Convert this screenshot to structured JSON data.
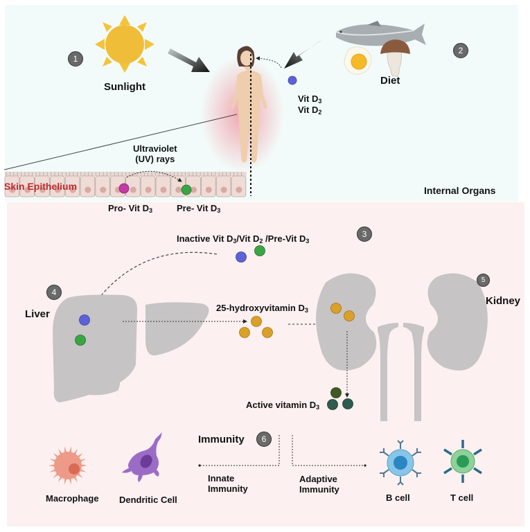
{
  "title": "Vitamin D sources, metabolism and immune roles",
  "colors": {
    "top_panel_bg": "#f2fbf9",
    "bottom_panel_bg": "#fcf0f0",
    "step_badge": "#6a6a6a",
    "pro_vit_d3": "#c23aa3",
    "pre_vit_d3": "#3aa547",
    "vit_d3_d2": "#5e62d6",
    "hydroxy_d3": "#d9a12a",
    "active_d3": "#2e5c4f",
    "organ_gray": "#c6c4c4",
    "skin_label": "#c0282d"
  },
  "steps": [
    "1",
    "2",
    "3",
    "4",
    "5",
    "6"
  ],
  "top": {
    "sunlight": "Sunlight",
    "diet": "Diet",
    "vit_d3": "Vit D",
    "vit_d3_sub": "3",
    "vit_d2": "Vit D",
    "vit_d2_sub": "2",
    "uv_line1": "Ultraviolet",
    "uv_line2": "(UV) rays",
    "skin_epithelium": "Skin Epithelium",
    "pro_vit": "Pro- Vit D",
    "pro_vit_sub": "3",
    "pre_vit": "Pre- Vit D",
    "pre_vit_sub": "3",
    "internal_organs": "Internal Organs",
    "diet_items": [
      "fish-icon",
      "fried-egg-icon",
      "mushroom-icon"
    ]
  },
  "bottom": {
    "inactive_a": "Inactive Vit D",
    "inactive_a_sub": "3",
    "inactive_b": "/Vit D",
    "inactive_b_sub": "2",
    "inactive_c": " /Pre-Vit D",
    "inactive_c_sub": "3",
    "liver": "Liver",
    "hydroxy": "25-hydroxyvitamin D",
    "hydroxy_sub": "3",
    "kidney": "Kidney",
    "active": "Active vitamin D",
    "active_sub": "3",
    "immunity": "Immunity",
    "innate_line1": "Innate",
    "innate_line2": "Immunity",
    "adaptive_line1": "Adaptive",
    "adaptive_line2": "Immunity",
    "cells": [
      "Macrophage",
      "Dendritic Cell",
      "B cell",
      "T cell"
    ]
  }
}
